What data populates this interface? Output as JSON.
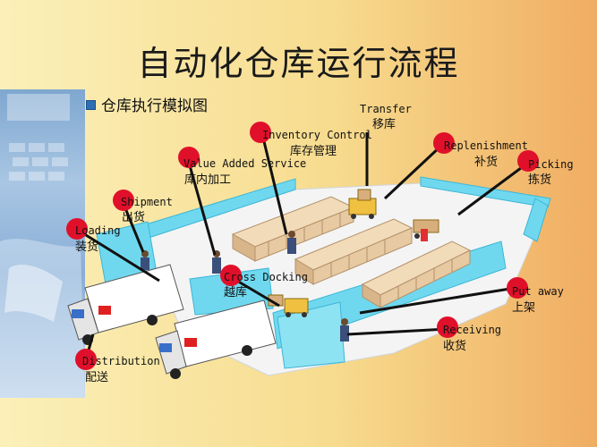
{
  "slide": {
    "title": "自动化仓库运行流程",
    "subtitle": "仓库执行模拟图"
  },
  "diagram": {
    "labels": [
      {
        "id": "transfer",
        "en": "Transfer",
        "zh": "移库"
      },
      {
        "id": "inventory",
        "en": "Inventory Control",
        "zh": "库存管理"
      },
      {
        "id": "replenishment",
        "en": "Replenishment",
        "zh": "补货"
      },
      {
        "id": "value-added",
        "en": "Value Added Service",
        "zh": "库内加工"
      },
      {
        "id": "picking",
        "en": "Picking",
        "zh": "拣货"
      },
      {
        "id": "shipment",
        "en": "Shipment",
        "zh": "出货"
      },
      {
        "id": "loading",
        "en": "Loading",
        "zh": "装货"
      },
      {
        "id": "cross-docking",
        "en": "Cross Docking",
        "zh": "越库"
      },
      {
        "id": "put-away",
        "en": "Put away",
        "zh": "上架"
      },
      {
        "id": "receiving",
        "en": "Receiving",
        "zh": "收货"
      },
      {
        "id": "distribution",
        "en": "Distribution",
        "zh": "配送"
      }
    ]
  },
  "colors": {
    "marker": "#e0102a",
    "wall": "#6fd8ef",
    "floor": "#f4f4f4",
    "pallet": "#e7c9a2",
    "sidebar": "#a9c6e3"
  }
}
